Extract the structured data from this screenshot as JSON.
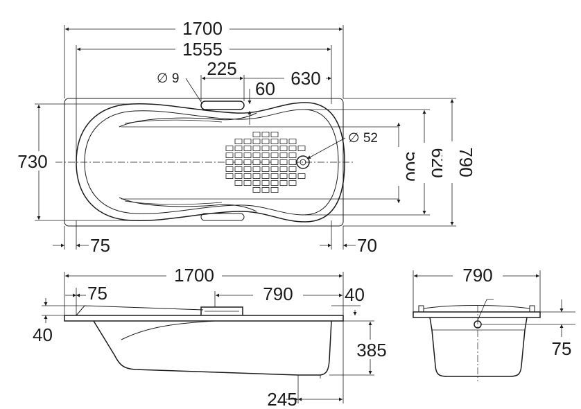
{
  "top_view": {
    "overall_length": "1700",
    "inner_length": "1555",
    "hole_dia_label": "∅ 9",
    "handle_width": "225",
    "handle_offset": "630",
    "handle_depth": "60",
    "drain_dia_label": "∅ 52",
    "inner_width": "730",
    "bottom_width": "500",
    "rim_inner_width": "620",
    "overall_width": "790",
    "left_margin": "75",
    "right_margin": "70"
  },
  "side_view": {
    "overall_length": "1700",
    "left_margin": "75",
    "handle_offset": "790",
    "right_height": "40",
    "left_height": "40",
    "depth": "385",
    "foot_offset": "245"
  },
  "end_view": {
    "overall_width": "790",
    "drain_height": "75"
  }
}
